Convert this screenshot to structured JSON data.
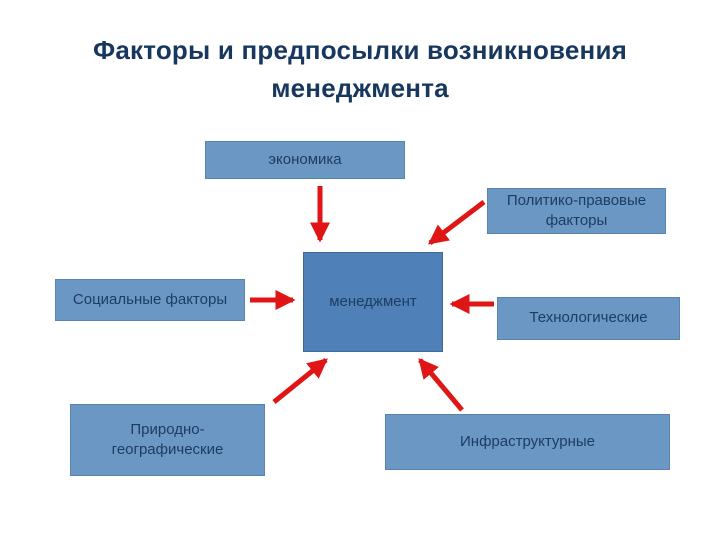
{
  "title": {
    "line1": "Факторы и предпосылки возникновения",
    "line2": "менеджмента"
  },
  "center": {
    "label": "менеджмент"
  },
  "nodes": {
    "economy": {
      "label": "экономика"
    },
    "political": {
      "label": "Политико-правовые факторы"
    },
    "social": {
      "label": "Социальные факторы"
    },
    "technological": {
      "label": "Технологические"
    },
    "natural": {
      "label": "Природно-географические"
    },
    "infrastructure": {
      "label": "Инфраструктурные"
    }
  },
  "colors": {
    "title_text": "#17375e",
    "box_fill": "#6b97c4",
    "box_border": "#5884ad",
    "center_fill": "#4f81b8",
    "center_border": "#41689a",
    "box_text": "#1c3d63",
    "arrow": "#e01616",
    "background": "#ffffff"
  }
}
